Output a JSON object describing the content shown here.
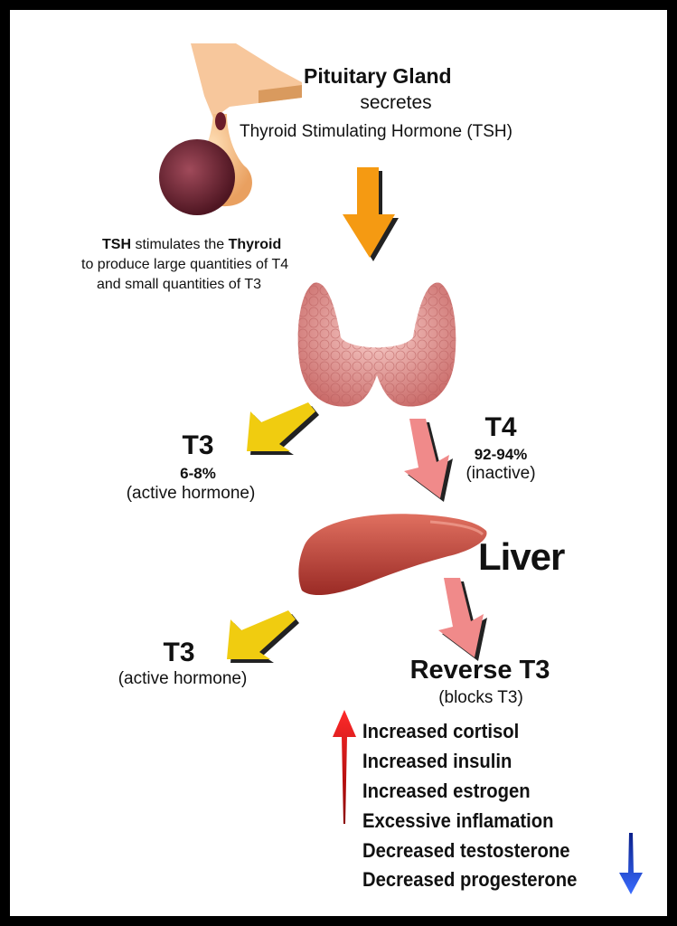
{
  "pituitary": {
    "title": "Pituitary Gland",
    "verb": "secretes",
    "hormone": "Thyroid Stimulating Hormone (TSH)"
  },
  "thyroid_caption": {
    "tsh": "TSH",
    "stimulates": " stimulates the ",
    "thyroid": "Thyroid",
    "line2": "to produce large quantities of T4",
    "line3": "and small quantities of T3"
  },
  "t3_first": {
    "label": "T3",
    "percent": "6-8%",
    "note": "(active hormone)"
  },
  "t4": {
    "label": "T4",
    "percent": "92-94%",
    "note": "(inactive)"
  },
  "liver": {
    "label": "Liver"
  },
  "t3_second": {
    "label": "T3",
    "note": "(active hormone)"
  },
  "reverse_t3": {
    "label": "Reverse T3",
    "note": "(blocks T3)"
  },
  "conditions": [
    "Increased cortisol",
    "Increased insulin",
    "Increased estrogen",
    "Excessive inflamation",
    "Decreased testosterone",
    "Decreased progesterone"
  ],
  "colors": {
    "orange_arrow": "#f59a12",
    "yellow_arrow": "#f0cc10",
    "pink_arrow": "#f08a8a",
    "up_arrow": "#e31b1b",
    "down_arrow": "#1e3fd6",
    "liver": "#c9473d",
    "thyroid": "#f0a5a0"
  },
  "icons": [
    "pituitary-gland-illustration",
    "thyroid-illustration",
    "liver-illustration"
  ]
}
